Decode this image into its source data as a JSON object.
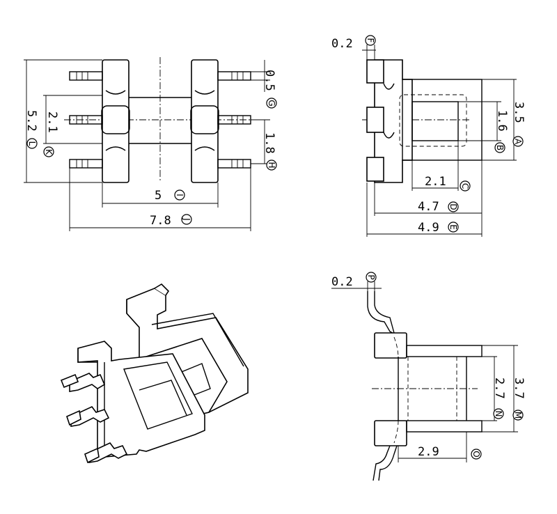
{
  "diagram": {
    "top_view": {
      "dims": [
        {
          "value": "0.5",
          "letter": "G"
        },
        {
          "value": "2.1",
          "letter": "K"
        },
        {
          "value": "5.2",
          "letter": "L"
        },
        {
          "value": "1.8",
          "letter": "H"
        },
        {
          "value": "5",
          "letter": "I"
        },
        {
          "value": "7.8",
          "letter": "J"
        }
      ]
    },
    "side_view": {
      "dims": [
        {
          "value": "0.2",
          "letter": "F"
        },
        {
          "value": "3.5",
          "letter": "A"
        },
        {
          "value": "1.6",
          "letter": "B"
        },
        {
          "value": "2.1",
          "letter": "C"
        },
        {
          "value": "4.7",
          "letter": "D"
        },
        {
          "value": "4.9",
          "letter": "E"
        }
      ]
    },
    "front_view": {
      "dims": [
        {
          "value": "0.2",
          "letter": "P"
        },
        {
          "value": "3.7",
          "letter": "M"
        },
        {
          "value": "2.7",
          "letter": "N"
        },
        {
          "value": "2.9",
          "letter": "O"
        }
      ]
    }
  }
}
